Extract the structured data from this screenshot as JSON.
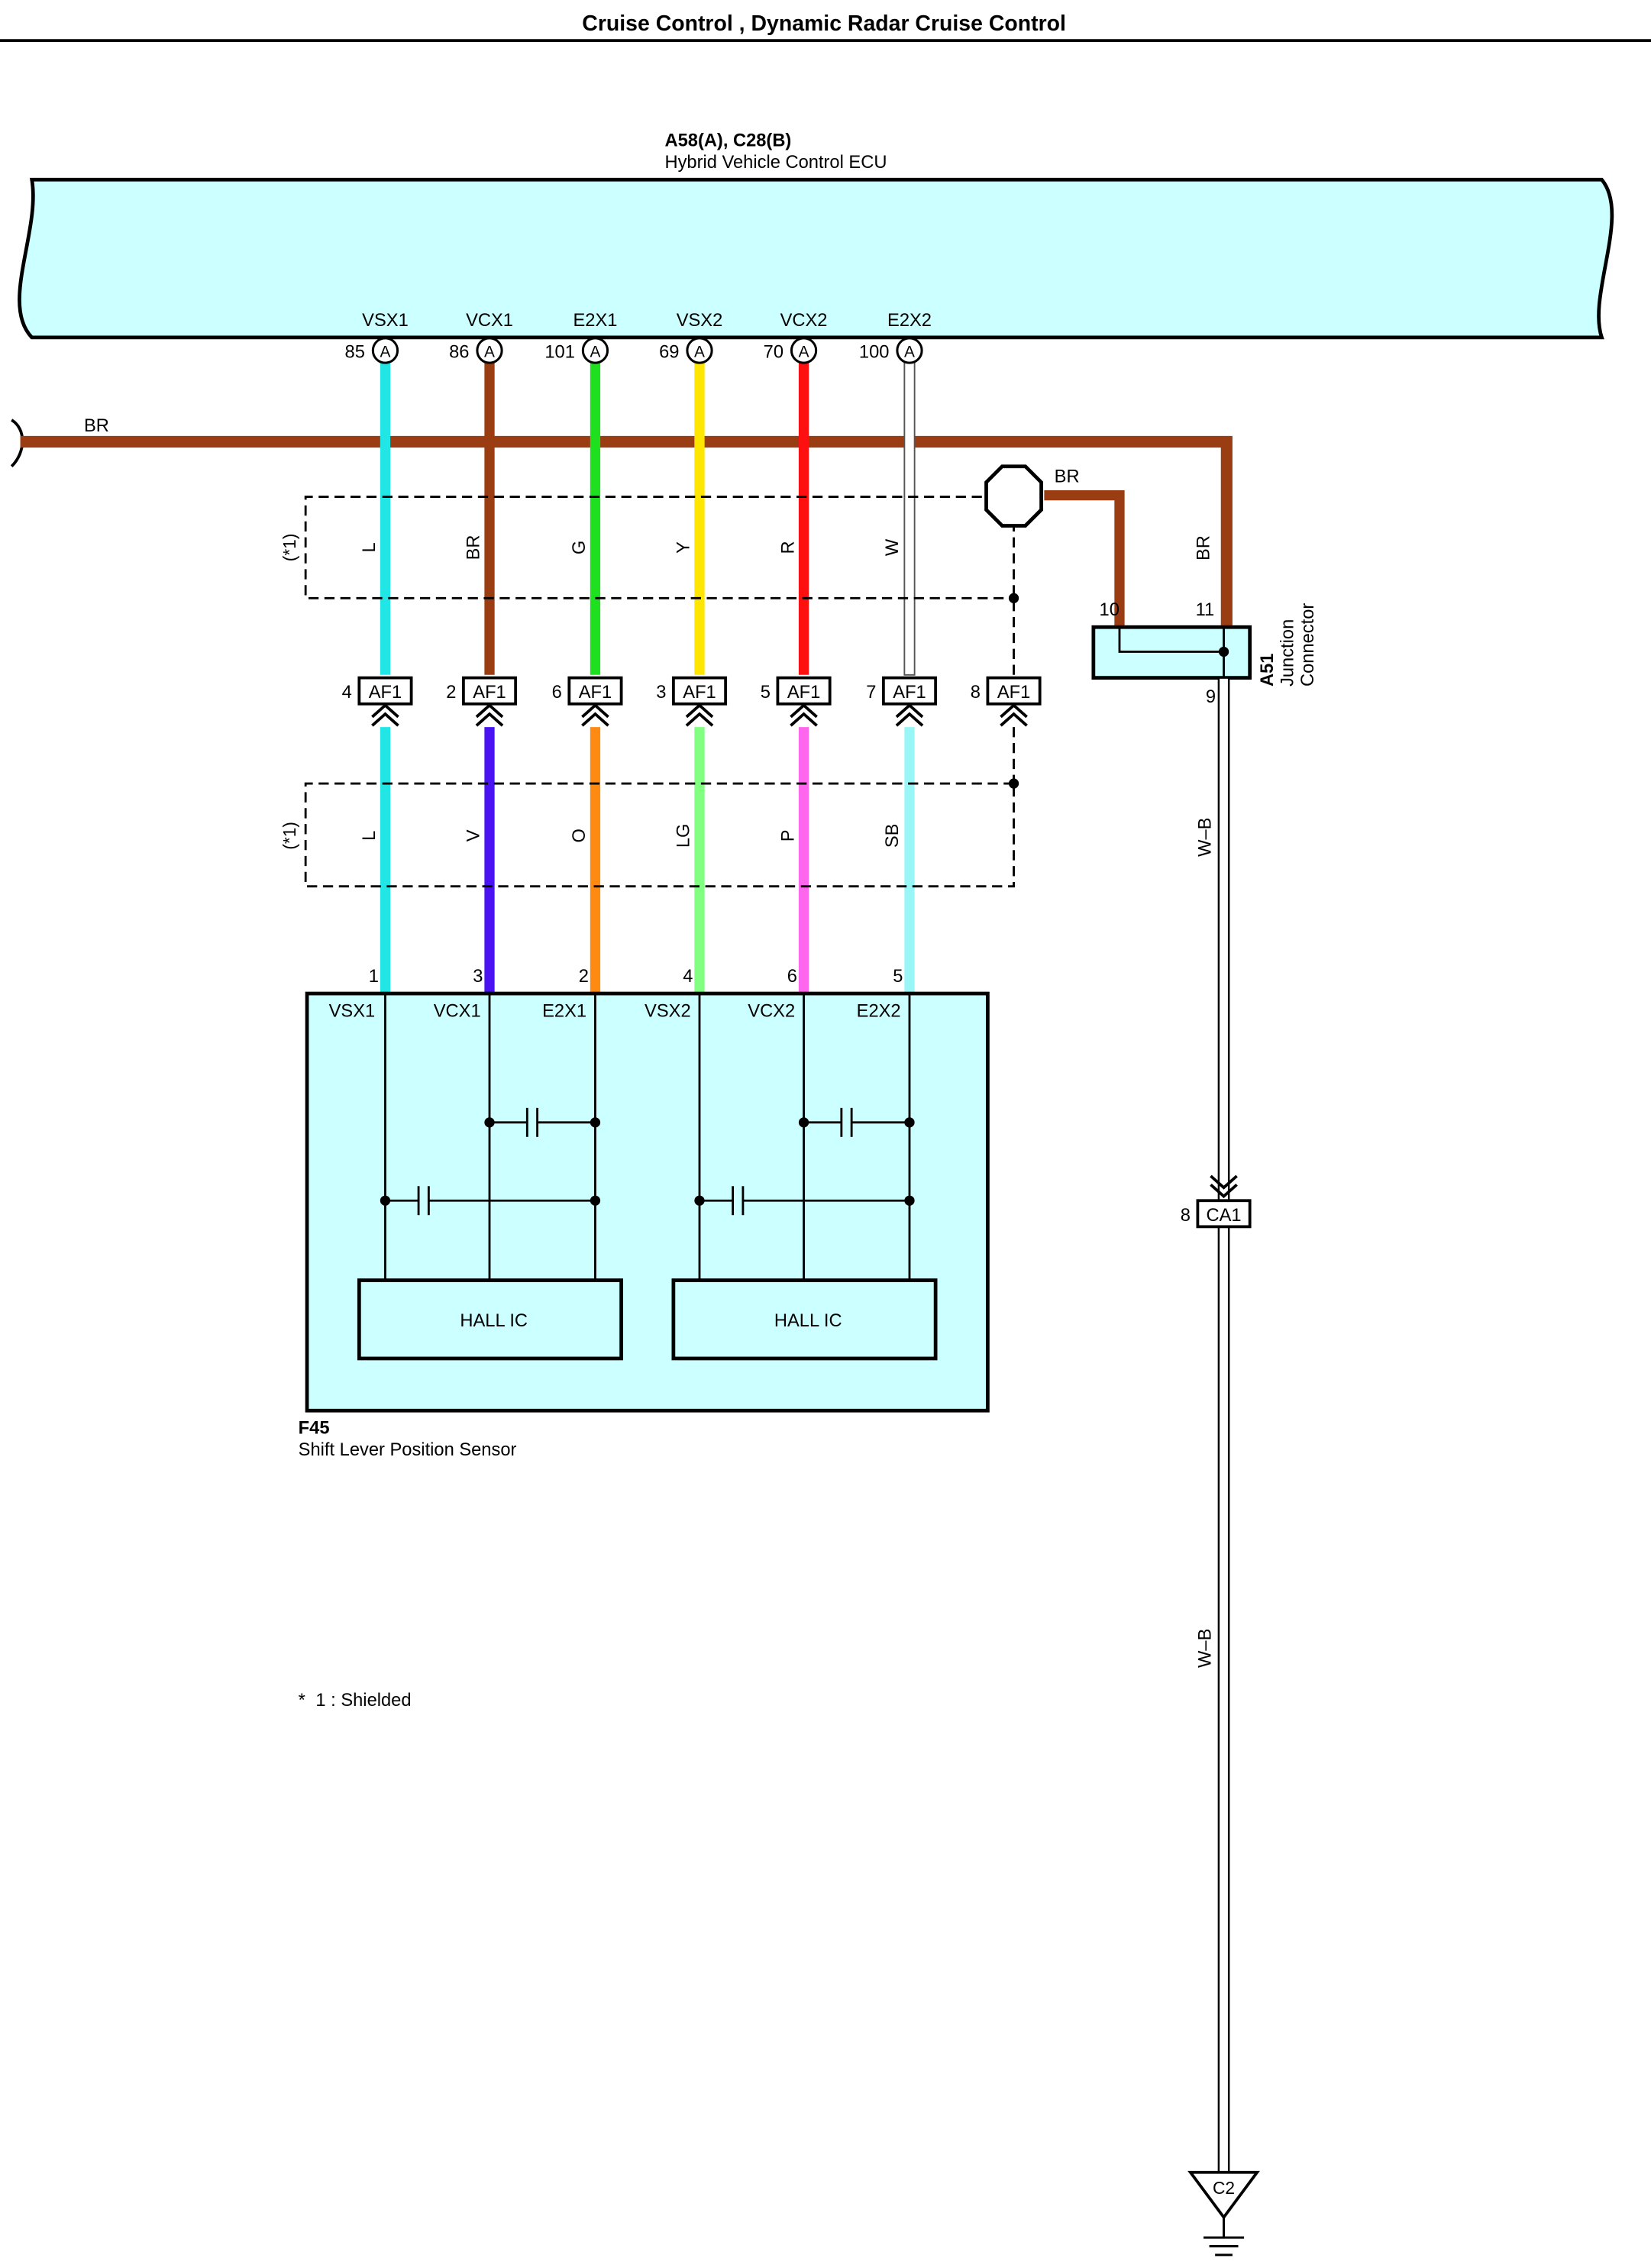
{
  "header": {
    "title": "Cruise Control , Dynamic Radar Cruise Control"
  },
  "ecu": {
    "code": "A58(A), C28(B)",
    "name": "Hybrid Vehicle Control ECU",
    "connector_letter": "A"
  },
  "ecu_pins": [
    {
      "name": "VSX1",
      "pin": "85"
    },
    {
      "name": "VCX1",
      "pin": "86"
    },
    {
      "name": "E2X1",
      "pin": "101"
    },
    {
      "name": "VSX2",
      "pin": "69"
    },
    {
      "name": "VCX2",
      "pin": "70"
    },
    {
      "name": "E2X2",
      "pin": "100"
    }
  ],
  "ground_bus": {
    "label": "BR"
  },
  "upper_wires": [
    {
      "label": "L",
      "color": "#22e6e6"
    },
    {
      "label": "BR",
      "color": "#9b3d12"
    },
    {
      "label": "G",
      "color": "#1fe01f"
    },
    {
      "label": "Y",
      "color": "#ffe600"
    },
    {
      "label": "R",
      "color": "#ff1010"
    },
    {
      "label": "W",
      "color": "#ffffff"
    }
  ],
  "shield_note_label": "(*1)",
  "splice_wire_label": "BR",
  "af1_connectors": [
    {
      "pin": "4",
      "name": "AF1"
    },
    {
      "pin": "2",
      "name": "AF1"
    },
    {
      "pin": "6",
      "name": "AF1"
    },
    {
      "pin": "3",
      "name": "AF1"
    },
    {
      "pin": "5",
      "name": "AF1"
    },
    {
      "pin": "7",
      "name": "AF1"
    },
    {
      "pin": "8",
      "name": "AF1"
    }
  ],
  "lower_wires": [
    {
      "label": "L",
      "color": "#22e6e6"
    },
    {
      "label": "V",
      "color": "#4a14f2"
    },
    {
      "label": "O",
      "color": "#ff8a12"
    },
    {
      "label": "LG",
      "color": "#80ff80"
    },
    {
      "label": "P",
      "color": "#ff66ee"
    },
    {
      "label": "SB",
      "color": "#99f6f6"
    }
  ],
  "sensor_pins": [
    {
      "name": "VSX1",
      "pin": "1"
    },
    {
      "name": "VCX1",
      "pin": "3"
    },
    {
      "name": "E2X1",
      "pin": "2"
    },
    {
      "name": "VSX2",
      "pin": "4"
    },
    {
      "name": "VCX2",
      "pin": "6"
    },
    {
      "name": "E2X2",
      "pin": "5"
    }
  ],
  "hall_ics": [
    "HALL IC",
    "HALL IC"
  ],
  "sensor": {
    "code": "F45",
    "name": "Shift Lever Position Sensor"
  },
  "junction": {
    "code": "A51",
    "name_line1": "Junction",
    "name_line2": "Connector",
    "pin_10": "10",
    "pin_11": "11",
    "pin_9": "9",
    "feed_wire_label": "BR"
  },
  "ground_wire": {
    "label_upper": "W–B",
    "label_lower": "W–B",
    "connector_pin": "8",
    "connector_name": "CA1",
    "ground_point": "C2"
  },
  "footnote": {
    "marker": "*",
    "text": "1 : Shielded"
  },
  "colors": {
    "ecu_fill": "#ccffff",
    "sensor_fill": "#ccffff",
    "br_wire": "#9b3d12"
  }
}
